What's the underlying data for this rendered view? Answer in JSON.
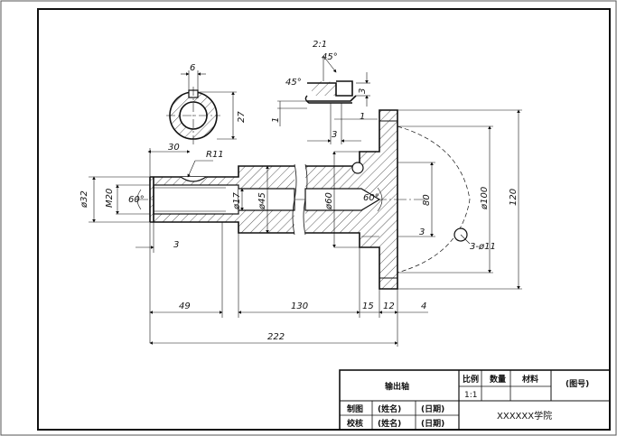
{
  "drawing": {
    "dimensions": {
      "scale_detail": "2:1",
      "angle_45_top": "45°",
      "angle_45_left": "45°",
      "depth_3_right": "3",
      "offset_1_left": "1",
      "offset_1_right": "1",
      "width_3_bottom": "3",
      "keyway_6": "6",
      "keyway_27": "27",
      "d_32": "ø32",
      "m_20": "M20",
      "angle_60_left": "60°",
      "len_30": "30",
      "r_11": "R11",
      "d_17": "ø17",
      "d_45": "ø45",
      "d_60": "ø60",
      "angle_60_right": "60°",
      "len_80": "80",
      "d_100": "ø100",
      "d_120": "120",
      "holes_3x11": "3-ø11",
      "gap_3_left": "3",
      "gap_3_right": "3",
      "len_49": "49",
      "len_130": "130",
      "len_15": "15",
      "len_12": "12",
      "len_4": "4",
      "len_222": "222"
    },
    "title_block": {
      "part_name": "输出轴",
      "scale_label": "比例",
      "qty_label": "数量",
      "material_label": "材料",
      "drawing_no": "(图号)",
      "scale_value": "1:1",
      "drawn_label": "制图",
      "checked_label": "校核",
      "name_drawn": "(姓名)",
      "date_drawn": "(日期)",
      "name_checked": "(姓名)",
      "date_checked": "(日期)",
      "school": "XXXXXX学院"
    }
  }
}
